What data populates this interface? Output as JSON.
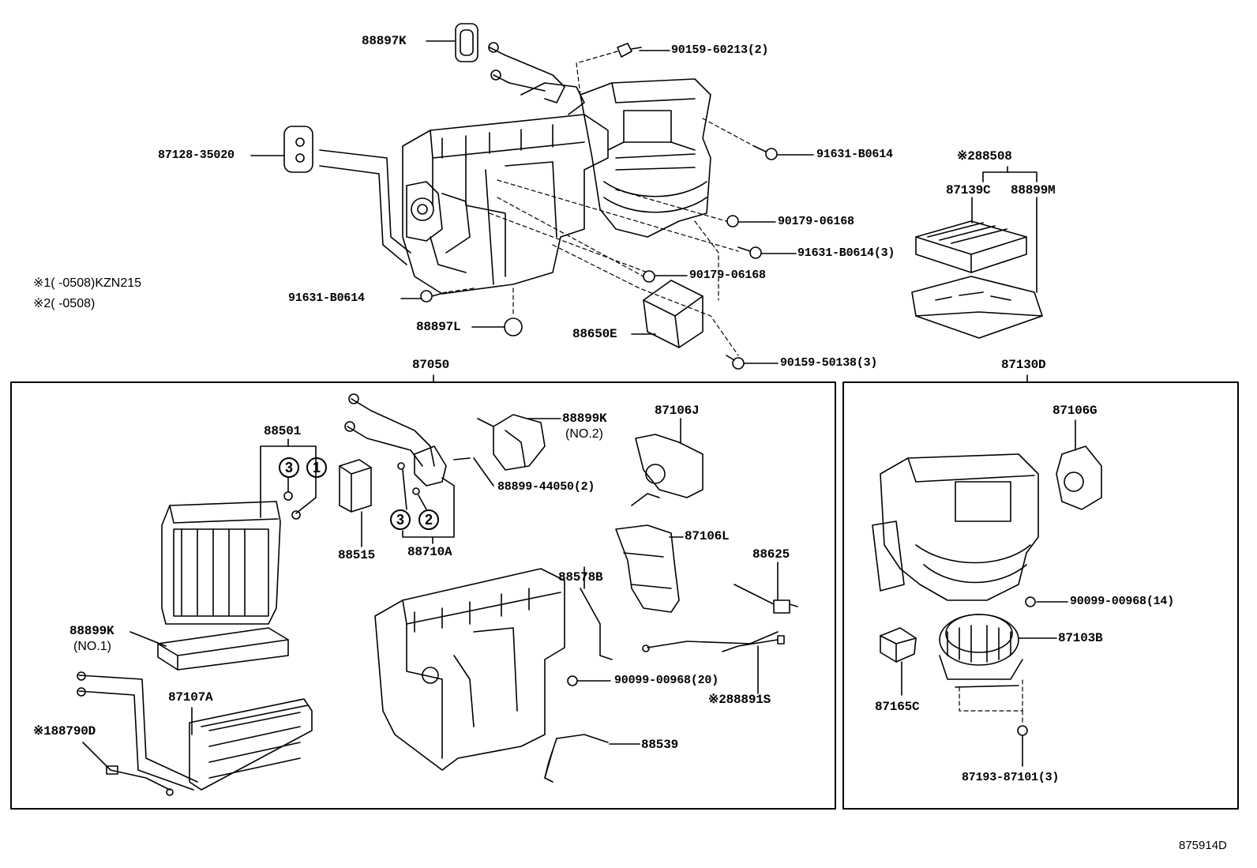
{
  "notes": {
    "note1": "※1(    -0508)KZN215",
    "note2": "※2(    -0508)"
  },
  "drawing_number": "875914D",
  "labels": {
    "p88897K": "88897K",
    "p90159_60213": "90159-60213(2)",
    "p87128_35020": "87128-35020",
    "p91631_B0614_a": "91631-B0614",
    "p90179_06168_a": "90179-06168",
    "p91631_B0614_3": "91631-B0614(3)",
    "p90179_06168_b": "90179-06168",
    "p91631_B0614_b": "91631-B0614",
    "p88897L": "88897L",
    "p88650E": "88650E",
    "p90159_50138": "90159-50138(3)",
    "p88508": "※288508",
    "p87139C": "87139C",
    "p88899M": "88899M",
    "p87050": "87050",
    "p87130D": "87130D",
    "p88501": "88501",
    "p88899K_no2": "88899K",
    "p88899K_no2_sub": "(NO.2)",
    "p87106J": "87106J",
    "p88899_44050": "88899-44050(2)",
    "p88515": "88515",
    "p88710A": "88710A",
    "p87106L": "87106L",
    "p88625": "88625",
    "p88578B": "88578B",
    "p88899K_no1": "88899K",
    "p88899K_no1_sub": "(NO.1)",
    "p90099_00968_20": "90099-00968(20)",
    "p88891S": "※288891S",
    "p87107A": "87107A",
    "p88790D": "※188790D",
    "p88539": "88539",
    "p87106G": "87106G",
    "p90099_00968_14": "90099-00968(14)",
    "p87103B": "87103B",
    "p87165C": "87165C",
    "p87193_87101": "87193-87101(3)"
  },
  "circles": {
    "c3a": "3",
    "c1": "1",
    "c3b": "3",
    "c2": "2"
  }
}
